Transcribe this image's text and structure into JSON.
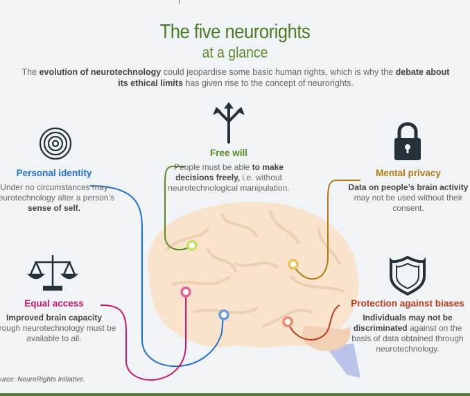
{
  "header": {
    "title": "The five neurorights",
    "subtitle": "at a glance",
    "intro": {
      "p1": "The ",
      "b1": "evolution of neurotechnology",
      "p2": " could jeopardise some basic human rights, which is why the ",
      "b2": "debate about its ethical limits",
      "p3": " has given rise to the concept of neurorights."
    }
  },
  "rights": {
    "free_will": {
      "title": "Free will",
      "p1": "People must be able ",
      "b1": "to make decisions freely,",
      "p2": " i.e. without neurotechnological manipulation.",
      "color": "#5a8a1e",
      "icon": "arrows-split-icon"
    },
    "personal_identity": {
      "title": "Personal identity",
      "p1": "Under no circumstances may neurotechnology alter a person’s ",
      "b1": "sense of self.",
      "color": "#1f6fd1",
      "icon": "fingerprint-icon"
    },
    "mental_privacy": {
      "title": "Mental privacy",
      "b1": "Data on people’s brain activity",
      "p1": " may not be used without their consent.",
      "color": "#b07a10",
      "icon": "padlock-icon"
    },
    "equal_access": {
      "title": "Equal access",
      "b1": "Improved brain capacity",
      "p1": " through neurotechnology must be available to all.",
      "color": "#c8186e",
      "icon": "scales-icon"
    },
    "protection": {
      "title": "Protection against biases",
      "b1": "Individuals may not be discriminated",
      "p1": " against on the basis of data obtained through neurotechnology.",
      "color": "#c0391b",
      "icon": "shield-icon"
    }
  },
  "source": "Source: NeuroRights Initiative."
}
